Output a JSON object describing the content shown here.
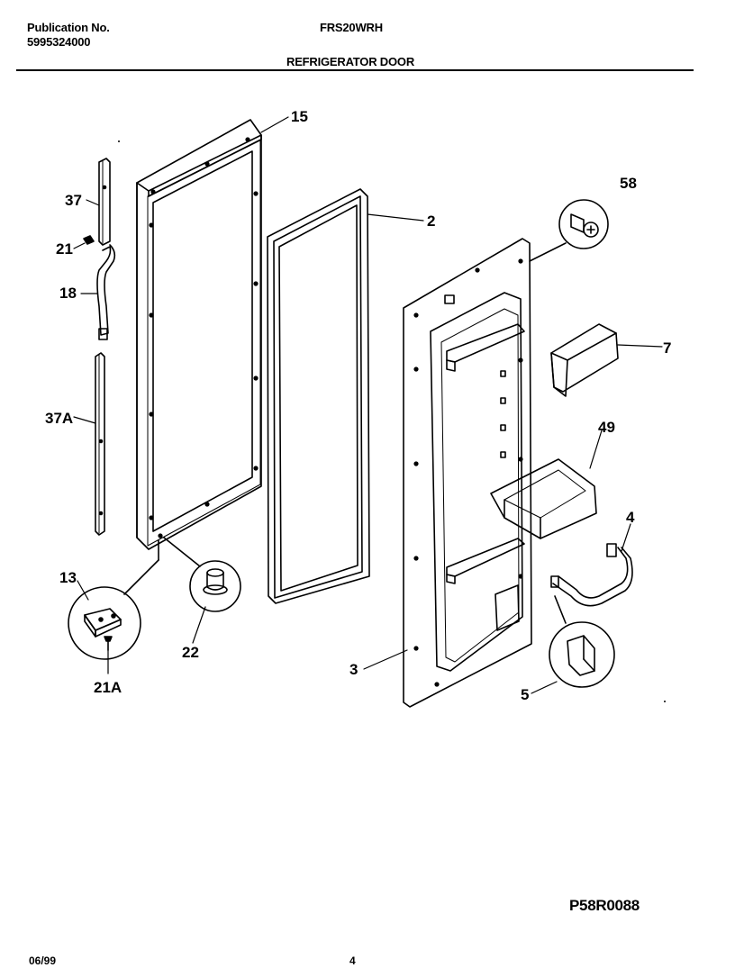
{
  "header": {
    "publication_label": "Publication No.",
    "publication_number": "5995324000",
    "model": "FRS20WRH",
    "section_title": "REFRIGERATOR DOOR"
  },
  "footer": {
    "date": "06/99",
    "page": "4",
    "diagram_code": "P58R0088"
  },
  "callouts": {
    "c15": "15",
    "c2": "2",
    "c58": "58",
    "c7": "7",
    "c49": "49",
    "c4": "4",
    "c3": "3",
    "c5": "5",
    "c37": "37",
    "c21": "21",
    "c18": "18",
    "c37a": "37A",
    "c13": "13",
    "c22": "22",
    "c21a": "21A"
  }
}
